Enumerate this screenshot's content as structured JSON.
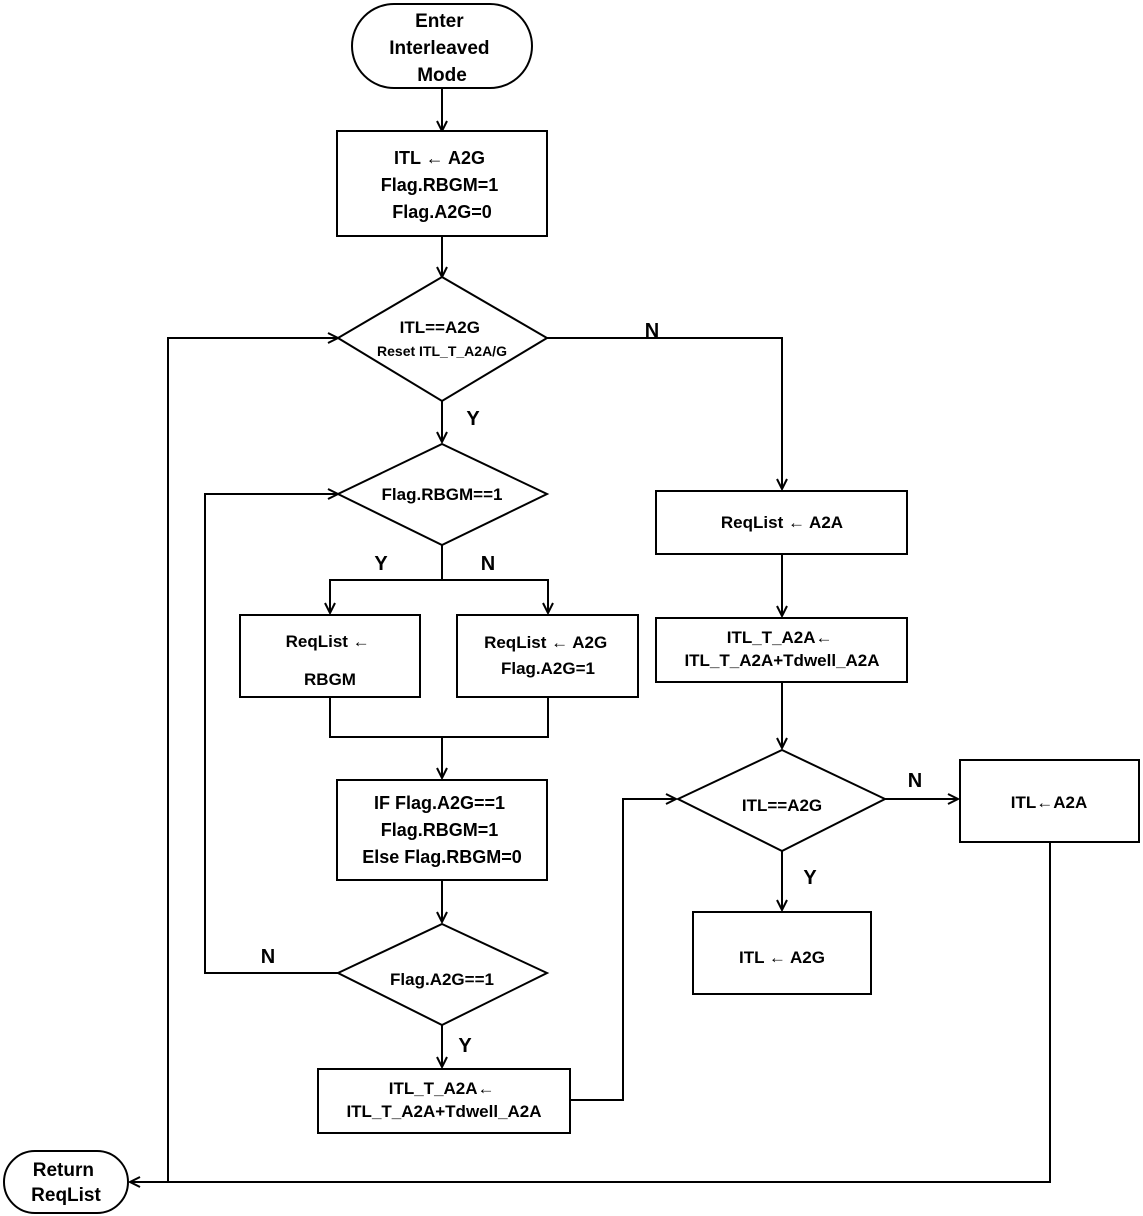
{
  "nodes": {
    "start": [
      "Enter",
      "Interleaved",
      "Mode"
    ],
    "init": [
      "ITL ← A2G",
      "Flag.RBGM=1",
      "Flag.A2G=0"
    ],
    "dec_itl": [
      "ITL==A2G",
      "Reset ITL_T_A2A/G"
    ],
    "dec_rbgm": [
      "Flag.RBGM==1"
    ],
    "req_rbgm": [
      "ReqList ←",
      "RBGM"
    ],
    "req_a2g": [
      "ReqList ← A2G",
      "Flag.A2G=1"
    ],
    "if_block": [
      "IF Flag.A2G==1",
      "Flag.RBGM=1",
      "Else Flag.RBGM=0"
    ],
    "dec_a2g": [
      "Flag.A2G==1"
    ],
    "tdwell_left": [
      "ITL_T_A2A←",
      "ITL_T_A2A+Tdwell_A2A"
    ],
    "req_a2a": [
      "ReqList ← A2A"
    ],
    "tdwell_right": [
      "ITL_T_A2A←",
      "ITL_T_A2A+Tdwell_A2A"
    ],
    "dec_itl2": [
      "ITL==A2G"
    ],
    "set_a2a": [
      "ITL←A2A"
    ],
    "set_a2g": [
      "ITL ← A2G"
    ],
    "end": [
      "Return",
      "ReqList"
    ]
  },
  "edge_labels": {
    "itl_no": "N",
    "itl_yes": "Y",
    "rbgm_yes": "Y",
    "rbgm_no": "N",
    "a2g_no": "N",
    "a2g_yes": "Y",
    "itl2_no": "N",
    "itl2_yes": "Y"
  }
}
